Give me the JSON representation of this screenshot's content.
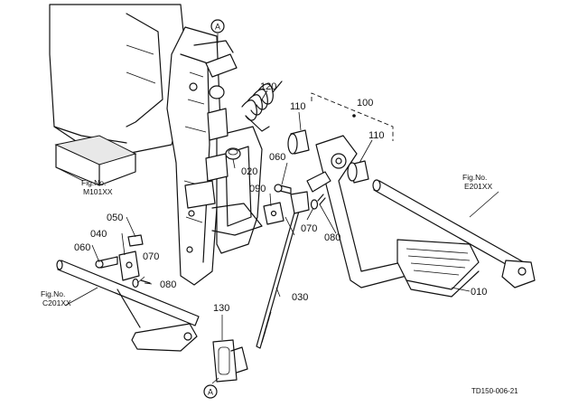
{
  "labels": {
    "p010": "010",
    "p020": "020",
    "p030": "030",
    "p040": "040",
    "p050": "050",
    "p060a": "060",
    "p060b": "060",
    "p070a": "070",
    "p070b": "070",
    "p080a": "080",
    "p080b": "080",
    "p090": "090",
    "p100": "100",
    "p110a": "110",
    "p110b": "110",
    "p120": "120",
    "p130": "130"
  },
  "refs": {
    "m101_fig": "Fig.No.",
    "m101_code": "M101XX",
    "e201_fig": "Fig.No.",
    "e201_code": "E201XX",
    "c201_fig": "Fig.No.",
    "c201_code": "C201XX"
  },
  "markers": {
    "top": "A",
    "bottom": "A"
  },
  "drawing_code": "TD150-006-21"
}
